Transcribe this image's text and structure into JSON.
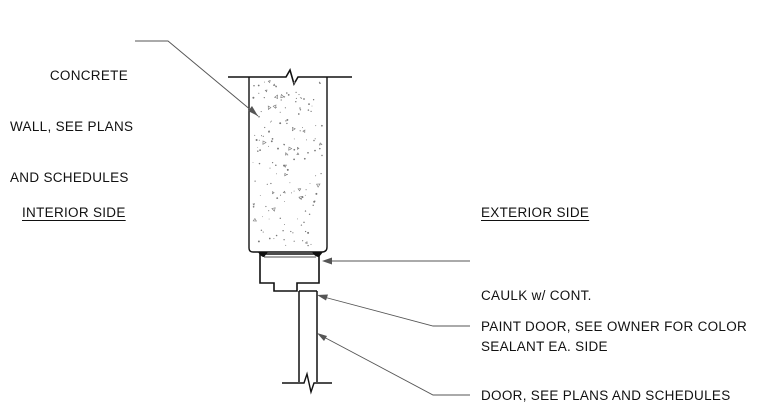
{
  "labels": {
    "concrete_wall": [
      "CONCRETE",
      "WALL, SEE PLANS",
      "AND SCHEDULES"
    ],
    "interior_side": "INTERIOR SIDE",
    "exterior_side": "EXTERIOR SIDE",
    "caulk": [
      "CAULK w/ CONT.",
      "SEALANT EA. SIDE"
    ],
    "paint_door": "PAINT DOOR, SEE OWNER FOR COLOR",
    "door": "DOOR, SEE PLANS AND SCHEDULES"
  },
  "colors": {
    "line": "#111111",
    "leader": "#555555",
    "speckle": "#777777"
  }
}
